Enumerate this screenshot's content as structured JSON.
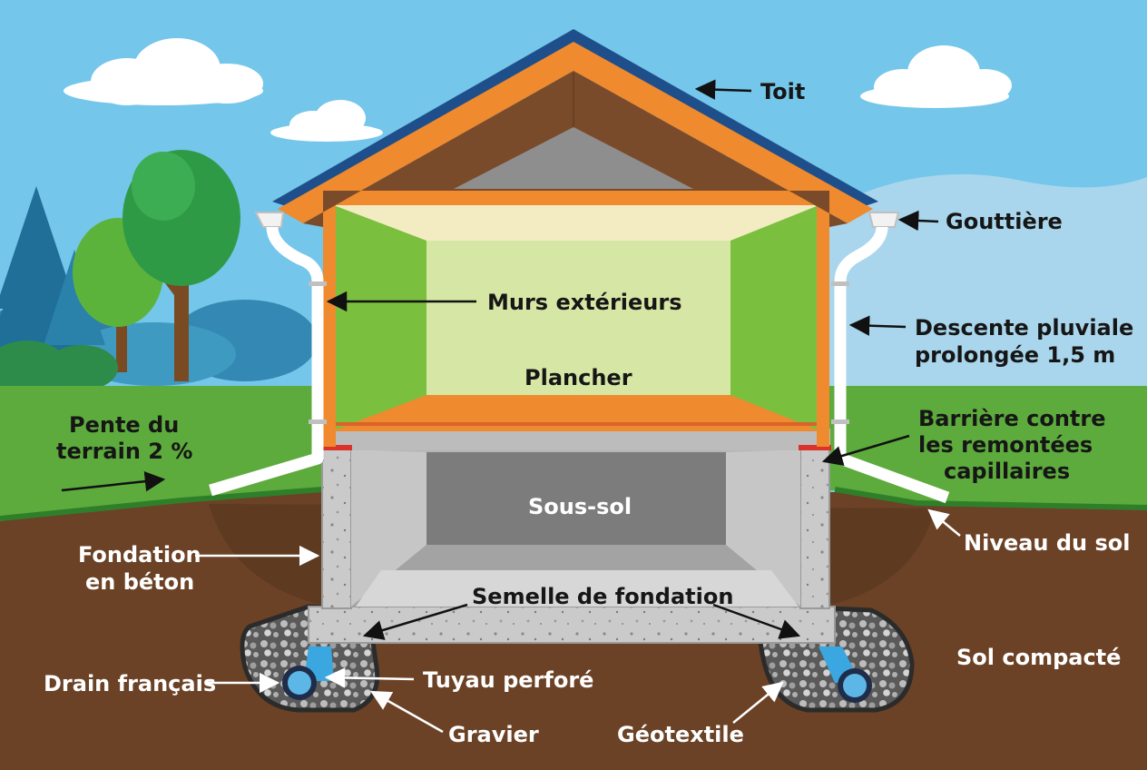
{
  "labels": {
    "toit": "Toit",
    "gouttiere": "Gouttière",
    "murs": "Murs extérieurs",
    "descente_1": "Descente pluviale",
    "descente_2": "prolongée 1,5 m",
    "plancher": "Plancher",
    "pente_1": "Pente du",
    "pente_2": "terrain 2 %",
    "barriere_1": "Barrière contre",
    "barriere_2": "les remontées",
    "barriere_3": "capillaires",
    "sous_sol": "Sous-sol",
    "niveau": "Niveau du sol",
    "fondation_1": "Fondation",
    "fondation_2": "en béton",
    "semelle": "Semelle de fondation",
    "sol_compacte": "Sol compacté",
    "drain": "Drain français",
    "tuyau": "Tuyau perforé",
    "gravier": "Gravier",
    "geotextile": "Géotextile"
  },
  "colors": {
    "sky": "#74c6ea",
    "grass": "#5dab3c",
    "soil": "#6b4226",
    "roof_blue": "#1f4f8a",
    "roof_frame": "#ef8a2e",
    "concrete": "#c9c9c9",
    "wall_green": "#7bbf3f",
    "barrier_red": "#d9332b",
    "pipe_blue": "#3aa7e0"
  }
}
